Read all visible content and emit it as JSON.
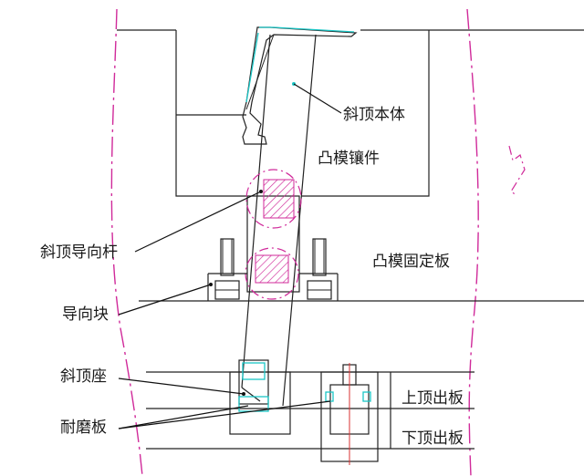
{
  "labels": {
    "lifter_body": "斜顶本体",
    "core_insert": "凸模镶件",
    "lifter_guide_rod": "斜顶导向杆",
    "core_retainer_plate": "凸模固定板",
    "guide_block": "导向块",
    "lifter_seat": "斜顶座",
    "wear_plate": "耐磨板",
    "upper_ejector_plate": "上顶出板",
    "lower_ejector_plate": "下顶出板"
  },
  "colors": {
    "outline": "#222222",
    "centerline": "#d02a9a",
    "hatch": "#d02a9a",
    "wear_plate": "#1bc6c6",
    "axis": "#d83030"
  }
}
